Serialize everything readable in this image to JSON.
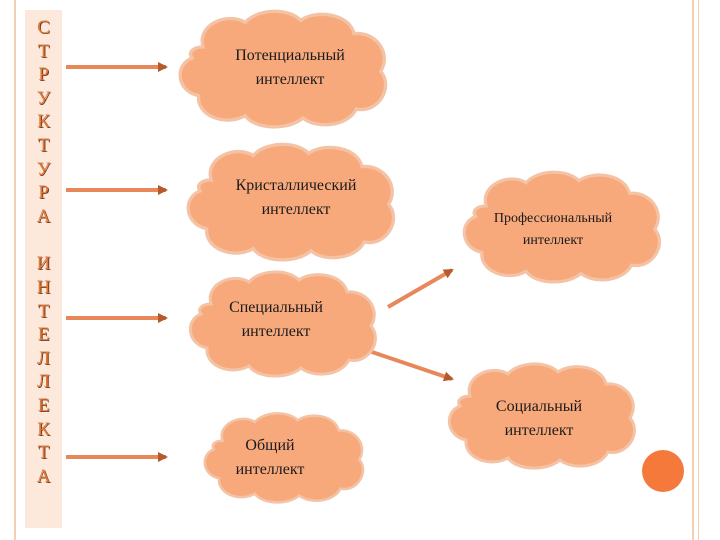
{
  "side_title": {
    "word1": [
      "С",
      "Т",
      "Р",
      "У",
      "К",
      "Т",
      "У",
      "Р",
      "А"
    ],
    "word2": [
      "И",
      "Н",
      "Т",
      "Е",
      "Л",
      "Л",
      "Е",
      "К",
      "Т",
      "А"
    ]
  },
  "nodes": {
    "potential": {
      "line1": "Потенциальный",
      "line2": "интеллект"
    },
    "crystal": {
      "line1": "Кристаллический",
      "line2": "интеллект"
    },
    "special": {
      "line1": "Специальный",
      "line2": "интеллект"
    },
    "general": {
      "line1": "Общий",
      "line2": "интеллект"
    },
    "professional": {
      "line1": "Профессиональный",
      "line2": "интеллект"
    },
    "social": {
      "line1": "Социальный",
      "line2": "интеллект"
    }
  },
  "colors": {
    "cloud_fill": "#f7a97c",
    "cloud_stroke": "#f4c3a5",
    "arrow": "#e8885a",
    "arrow_dark": "#b45a2c",
    "side_bar": "#fde9dc",
    "side_text": "#e07a3c",
    "accent_circle": "#f4793b"
  }
}
